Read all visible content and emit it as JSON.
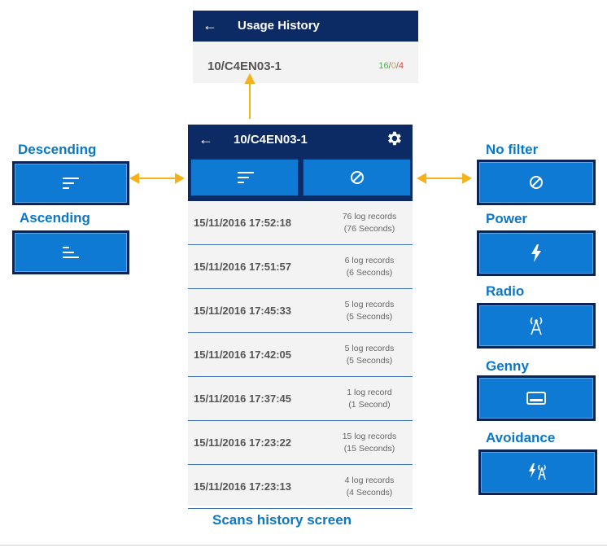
{
  "usage_history": {
    "title": "Usage History",
    "device_id": "10/C4EN03-1",
    "stats": {
      "green": "16",
      "sep1": "/",
      "orange": "0",
      "sep2": "/",
      "red": "4"
    }
  },
  "scans_screen": {
    "title": "10/C4EN03-1",
    "rows": [
      {
        "date": "15/11/2016 17:52:18",
        "records": "76 log records",
        "duration": "(76 Seconds)"
      },
      {
        "date": "15/11/2016 17:51:57",
        "records": "6 log records",
        "duration": "(6 Seconds)"
      },
      {
        "date": "15/11/2016 17:45:33",
        "records": "5 log records",
        "duration": "(5 Seconds)"
      },
      {
        "date": "15/11/2016 17:42:05",
        "records": "5 log records",
        "duration": "(5 Seconds)"
      },
      {
        "date": "15/11/2016 17:37:45",
        "records": "1 log record",
        "duration": "(1 Second)"
      },
      {
        "date": "15/11/2016 17:23:22",
        "records": "15 log records",
        "duration": "(15 Seconds)"
      },
      {
        "date": "15/11/2016 17:23:13",
        "records": "4 log records",
        "duration": "(4 Seconds)"
      }
    ]
  },
  "sort_legend": {
    "descending": "Descending",
    "ascending": "Ascending"
  },
  "filter_legend": {
    "no_filter": "No filter",
    "power": "Power",
    "radio": "Radio",
    "genny": "Genny",
    "avoidance": "Avoidance"
  },
  "caption": "Scans history screen",
  "colors": {
    "navy": "#0c2a63",
    "button_blue": "#0f7ad3",
    "label_blue": "#0a77c9",
    "arrow": "#f5b21b",
    "green": "#4caf50",
    "orange": "#f0a020",
    "red": "#e53935"
  },
  "icons": [
    "back-arrow-icon",
    "gear-icon",
    "sort-descending-icon",
    "sort-ascending-icon",
    "no-filter-icon",
    "power-icon",
    "radio-icon",
    "genny-icon",
    "avoidance-icon"
  ]
}
